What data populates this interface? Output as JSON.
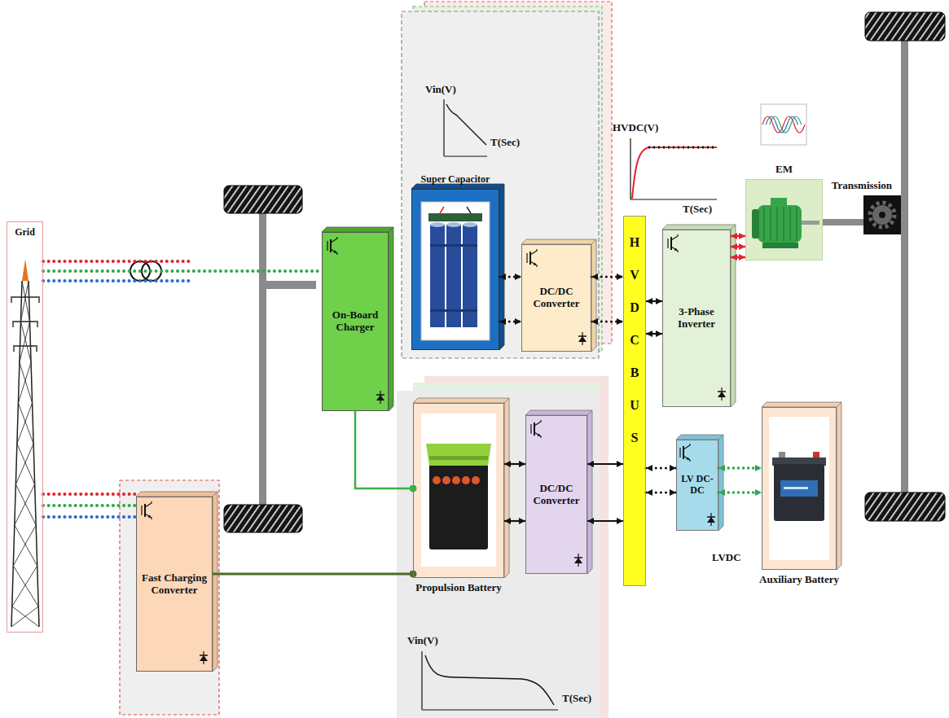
{
  "diagram": {
    "nodes": [
      {
        "text": [
          "Grid"
        ]
      },
      {
        "text": [
          "Fast Charging Converter"
        ]
      },
      {
        "text": [
          "On-Board Charger"
        ]
      },
      {
        "text": [
          "Super Capacitor"
        ]
      },
      {
        "text": [
          "DC/DC Converter"
        ]
      },
      {
        "text": [
          "Propulsion Battery"
        ]
      },
      {
        "text": [
          "DC/DC Converter"
        ]
      },
      {
        "text": [
          "HVDCBUS"
        ]
      },
      {
        "text": [
          "3-Phase Inverter"
        ]
      },
      {
        "text": [
          "EM"
        ]
      },
      {
        "text": [
          "Transmission"
        ]
      },
      {
        "text": [
          "LV DC-DC"
        ]
      },
      {
        "text": [
          "Auxiliary Battery"
        ]
      }
    ],
    "edges": [
      {
        "from": 0,
        "to": 1,
        "arrow": "none"
      },
      {
        "from": 0,
        "to": 2,
        "arrow": "none"
      },
      {
        "from": 2,
        "to": 5,
        "arrow": "none"
      },
      {
        "from": 1,
        "to": 5,
        "arrow": "none"
      },
      {
        "from": 3,
        "to": 4,
        "arrow": "both"
      },
      {
        "from": 4,
        "to": 7,
        "arrow": "both"
      },
      {
        "from": 5,
        "to": 6,
        "arrow": "both"
      },
      {
        "from": 6,
        "to": 7,
        "arrow": "both"
      },
      {
        "from": 7,
        "to": 8,
        "arrow": "both"
      },
      {
        "from": 8,
        "to": 9,
        "arrow": "both"
      },
      {
        "from": 9,
        "to": 10,
        "arrow": "none"
      },
      {
        "from": 7,
        "to": 11,
        "arrow": "both"
      },
      {
        "from": 11,
        "to": 12,
        "arrow": "both"
      }
    ],
    "labels": [
      "Vin(V)",
      "T(Sec)",
      "HVDC(V)",
      "T(Sec)",
      "LVDC",
      "Vin(V)",
      "T(Sec)"
    ]
  }
}
